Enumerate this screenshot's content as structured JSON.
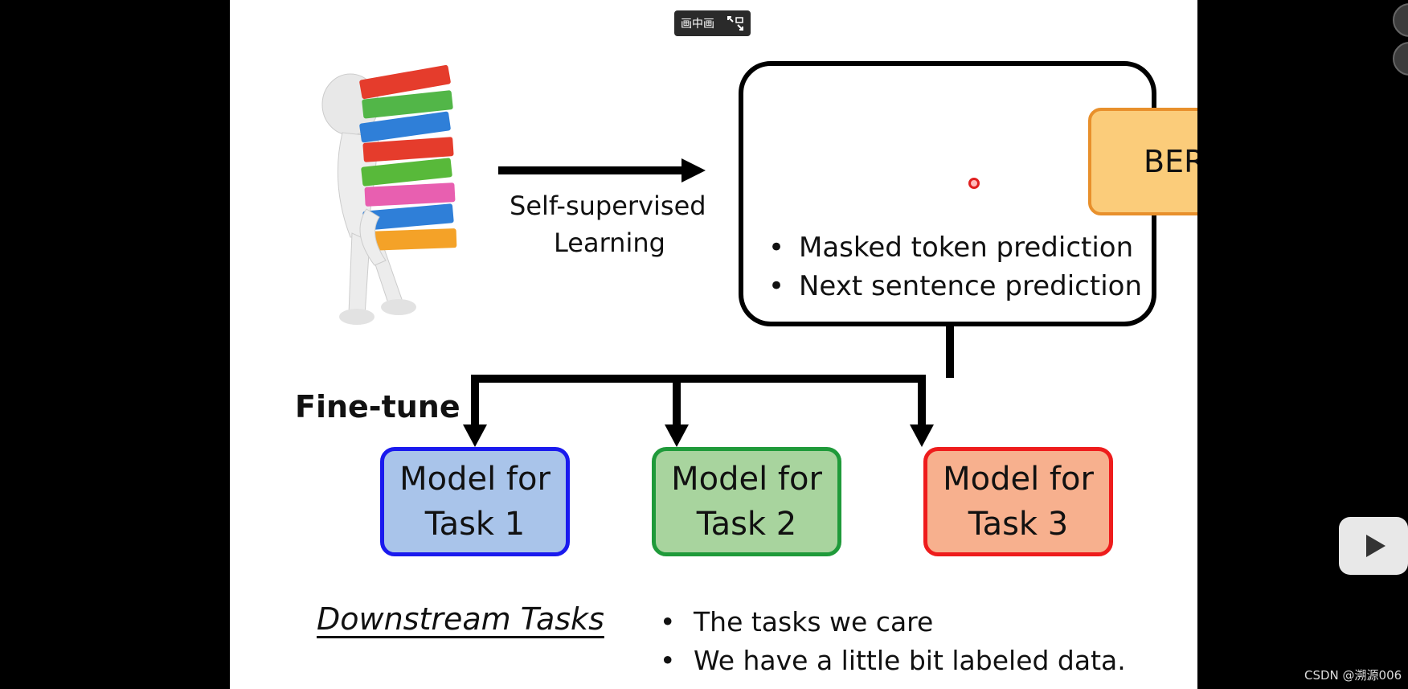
{
  "toolbar": {
    "pip_label": "画中画",
    "pip_icon": "picture-in-picture-icon"
  },
  "slide": {
    "arrow_label_line1": "Self-supervised",
    "arrow_label_line2": "Learning",
    "bert_label": "BERT",
    "bert_bullets": [
      "Masked token prediction",
      "Next sentence prediction"
    ],
    "finetune_label": "Fine-tune",
    "tasks": [
      {
        "line1": "Model for",
        "line2": "Task 1",
        "fill": "#a9c4ea",
        "border": "#1a1aee"
      },
      {
        "line1": "Model for",
        "line2": "Task 2",
        "fill": "#a8d49e",
        "border": "#1f9a3a"
      },
      {
        "line1": "Model for",
        "line2": "Task 3",
        "fill": "#f7b08e",
        "border": "#ee1c1c"
      }
    ],
    "downstream_title": "Downstream Tasks",
    "downstream_bullets": [
      "The tasks we care",
      "We have a little bit labeled data."
    ]
  },
  "player": {
    "play_icon": "play-icon"
  },
  "watermark": "CSDN @溯源006"
}
